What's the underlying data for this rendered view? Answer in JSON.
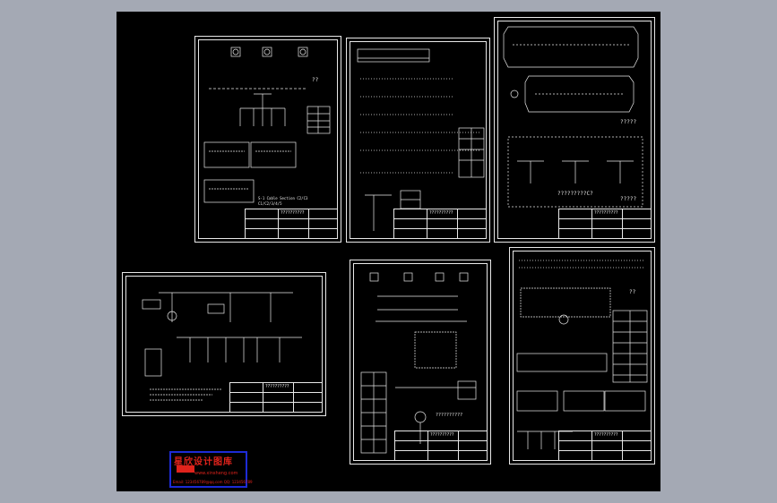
{
  "drawing": {
    "sheets": [
      {
        "id": "sheet-1",
        "notes": [
          "??",
          "S-1 Cable Section C2/C3",
          "C1/C2/3/4/5"
        ],
        "titleblock": "??????????"
      },
      {
        "id": "sheet-2",
        "notes": [],
        "titleblock": "??????????"
      },
      {
        "id": "sheet-3",
        "notes": [
          "?????",
          "?????????C?",
          "?????"
        ],
        "titleblock": "??????????"
      },
      {
        "id": "sheet-4",
        "notes": [],
        "titleblock": "??????????"
      },
      {
        "id": "sheet-5",
        "notes": [
          "??????????"
        ],
        "titleblock": "??????????"
      },
      {
        "id": "sheet-6",
        "notes": [
          "??"
        ],
        "titleblock": "??????????"
      }
    ]
  },
  "logo": {
    "title": "星欣设计图库",
    "url": "www.xinsheng.com",
    "contact": "Email: 123456789@qq.com  QQ: 123456789"
  },
  "colors": {
    "background": "#a4a9b4",
    "canvas": "#000000",
    "line": "#e8e8e8",
    "logo_border": "#1d2bd6",
    "logo_text": "#e0231c"
  }
}
